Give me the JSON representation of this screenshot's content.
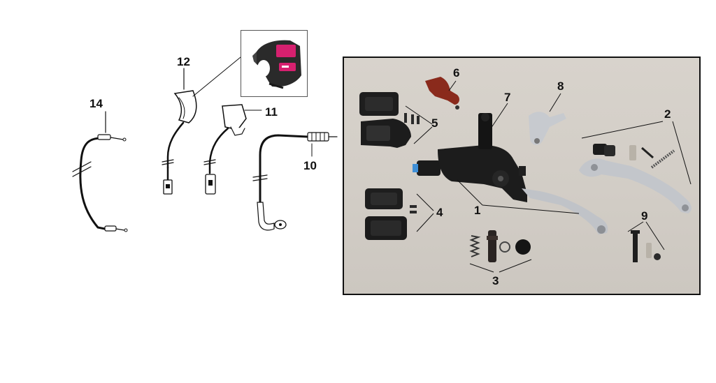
{
  "diagram": {
    "callouts_left": [
      {
        "id": "callout-14",
        "label": "14"
      },
      {
        "id": "callout-12",
        "label": "12"
      },
      {
        "id": "callout-11",
        "label": "11"
      },
      {
        "id": "callout-10",
        "label": "10"
      }
    ],
    "callouts_photo": [
      {
        "id": "callout-1",
        "label": "1"
      },
      {
        "id": "callout-2",
        "label": "2"
      },
      {
        "id": "callout-3",
        "label": "3"
      },
      {
        "id": "callout-4",
        "label": "4"
      },
      {
        "id": "callout-5",
        "label": "5"
      },
      {
        "id": "callout-6",
        "label": "6"
      },
      {
        "id": "callout-7",
        "label": "7"
      },
      {
        "id": "callout-8",
        "label": "8"
      },
      {
        "id": "callout-9",
        "label": "9"
      }
    ],
    "colors": {
      "switch_accent": "#d6206f",
      "lever_red": "#8a2a1c",
      "metal": "#b9bcc0",
      "black_part": "#1b1b1b",
      "photo_bg": "#d5d0c9",
      "blue_tip": "#3f8fd6"
    }
  }
}
